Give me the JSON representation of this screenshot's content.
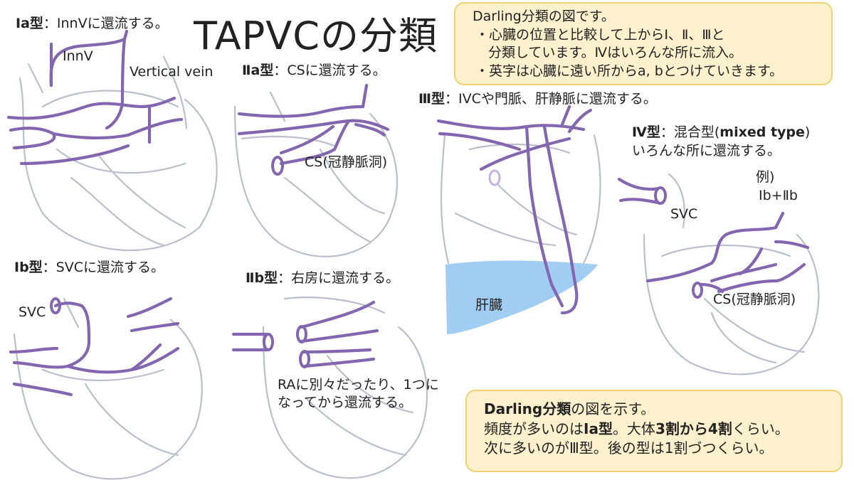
{
  "title": "TAPVCの分類",
  "info_box": {
    "line1": "Darling分類の図です。",
    "line2": "・心臓の位置と比較して上からⅠ、Ⅱ、Ⅲと",
    "line3": "分類しています。Ⅳはいろんな所に流入。",
    "line4": "・英字は心臓に遠い所からa, bとつけていきます。"
  },
  "types": {
    "Ia": {
      "name": "Ⅰa型",
      "desc": "：InnVに還流する。",
      "label_innv": "InnV",
      "label_vertical_vein": "Vertical vein"
    },
    "Ib": {
      "name": "Ⅰb型",
      "desc": "：SVCに還流する。",
      "label_svc": "SVC"
    },
    "IIa": {
      "name": "Ⅱa型",
      "desc": "：CSに還流する。",
      "label_cs": "CS(冠静脈洞)"
    },
    "IIb": {
      "name": "Ⅱb型",
      "desc": "：右房に還流する。",
      "note1": "RAに別々だったり、1つに",
      "note2": "なってから還流する。"
    },
    "III": {
      "name": "Ⅲ型",
      "desc": "：IVCや門脈、肝静脈に還流する。",
      "label_liver": "肝臓"
    },
    "IV": {
      "name": "Ⅳ型",
      "desc1": "：混合型(",
      "desc_bold": "mixed type",
      "desc2": ")",
      "line2": "いろんな所に還流する。",
      "example": "例)",
      "example_types": "Ⅰb+Ⅱb",
      "label_svc": "SVC",
      "label_cs": "CS(冠静脈洞)"
    }
  },
  "summary_box": {
    "l1_bold": "Darling分類",
    "l1_rest": "の図を示す。",
    "l2_a": "頻度が多いのは",
    "l2_bold": "Ⅰa型",
    "l2_b": "。大体",
    "l2_bold2": "3割から4割",
    "l2_c": "くらい。",
    "l3": "次に多いのがⅢ型。後の型は1割づつくらい。"
  },
  "colors": {
    "vein": "#8466b0",
    "heart_outline": "#b9bfcc",
    "liver": "#8fc4ee",
    "box_fill": "#fdf0cc",
    "box_border": "#f0d070"
  }
}
